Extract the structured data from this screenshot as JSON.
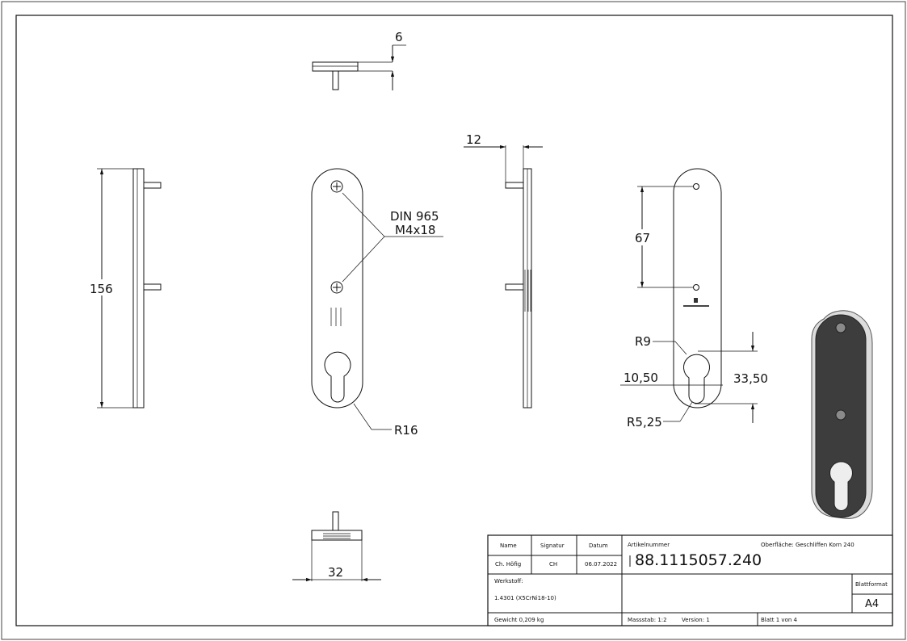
{
  "dimensions": {
    "top_thickness": "6",
    "depth": "12",
    "height": "156",
    "screw_line1": "DIN 965",
    "screw_line2": "M4x18",
    "radius_outer": "R16",
    "hole_spacing": "67",
    "radius_cyl_top": "R9",
    "dist_left": "10,50",
    "dist_right": "33,50",
    "radius_cyl_bottom": "R5,25",
    "width": "32"
  },
  "title_block": {
    "name_header": "Name",
    "signatur_header": "Signatur",
    "datum_header": "Datum",
    "name_value": "Ch. Höfig",
    "signatur_value": "CH",
    "datum_value": "06.07.2022",
    "artikelnummer_label": "Artikelnummer",
    "artikelnummer_value": "88.1115057.240",
    "oberflaeche": "Oberfläche:  Geschliffen Korn 240",
    "werkstoff_label": "Werkstoff:",
    "werkstoff_value": "1.4301 (X5CrNi18-10)",
    "blattformat_label": "Blattformat",
    "blattformat_value": "A4",
    "gewicht": "Gewicht 0,209 kg",
    "massstab": "Massstab: 1:2",
    "version": "Version: 1",
    "blatt": "Blatt 1 von 4"
  }
}
